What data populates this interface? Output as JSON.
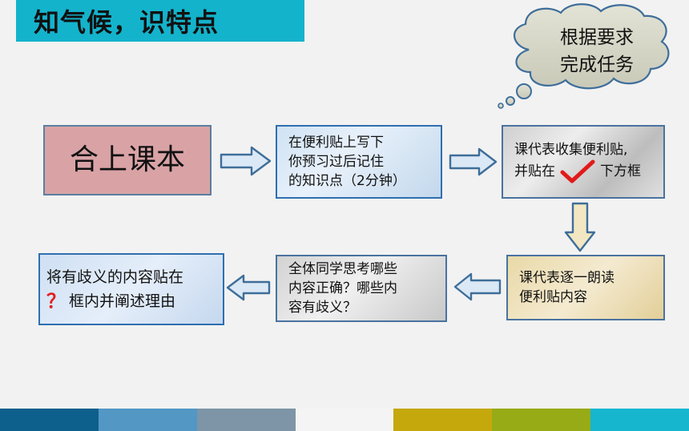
{
  "title": "知气候，识特点",
  "cloud": {
    "line1": "根据要求",
    "line2": "完成任务"
  },
  "steps": {
    "close_book": "合上课本",
    "write_note": {
      "line1": "在便利贴上写下",
      "line2": "你预习过后记住",
      "line3": "的知识点（2分钟）"
    },
    "collect": {
      "line1": "课代表收集便利贴,",
      "line2_pre": "并贴在",
      "line2_post": "下方框"
    },
    "read_aloud": {
      "line1": "课代表逐一朗读",
      "line2": "便利贴内容"
    },
    "think": {
      "line1": "全体同学思考哪些",
      "line2": "内容正确？哪些内",
      "line3": "容有歧义？"
    },
    "ambiguous": {
      "line1": "将有歧义的内容贴在",
      "qmark": "？",
      "line2": "框内并阐述理由"
    }
  },
  "colors": {
    "title_bg": "#14b3cc",
    "check": "#e21a1a",
    "footer": [
      "#0d5f8c",
      "#5397c5",
      "#7d95a6",
      "#f4f4f4",
      "#c5a80c",
      "#97ab16",
      "#16b6cf"
    ]
  }
}
